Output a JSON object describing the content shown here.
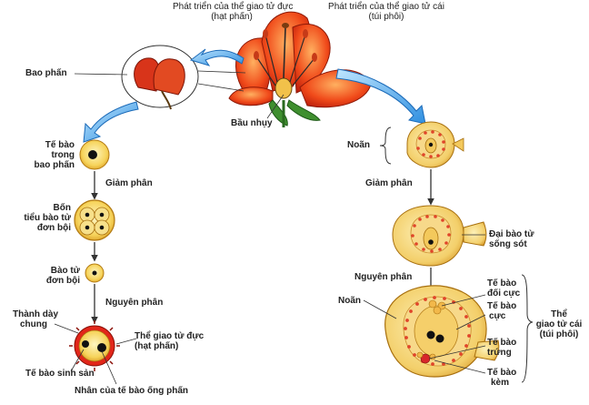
{
  "header": {
    "male_title": "Phát triển của thể giao tử đực",
    "male_subtitle": "(hạt phấn)",
    "female_title": "Phát triển của thể giao tử cái",
    "female_subtitle": "(túi phôi)"
  },
  "flower": {
    "anther": "Bao phấn",
    "ovary": "Bầu nhụy"
  },
  "male": {
    "cell_line1": "Tế bào",
    "cell_line2": "trong",
    "cell_line3": "bao phấn",
    "meiosis": "Giảm phân",
    "tetrad_line1": "Bốn",
    "tetrad_line2": "tiểu bào tử",
    "tetrad_line3": "đơn bội",
    "spore_line1": "Bào tử",
    "spore_line2": "đơn bội",
    "mitosis": "Nguyên phân",
    "wall_line1": "Thành dày",
    "wall_line2": "chung",
    "gametophyte_line1": "Thể giao tử đực",
    "gametophyte_line2": "(hạt phấn)",
    "generative_cell": "Tế bào sinh sản",
    "tube_nucleus": "Nhân của tế bào ống phấn"
  },
  "female": {
    "ovule_top": "Noãn",
    "meiosis": "Giảm phân",
    "megaspore_line1": "Đại bào tử",
    "megaspore_line2": "sống sót",
    "mitosis": "Nguyên phân",
    "ovule_bottom": "Noãn",
    "antipodal_line1": "Tế bào",
    "antipodal_line2": "đối cực",
    "polar_line1": "Tế bào",
    "polar_line2": "cực",
    "egg_line1": "Tế bào",
    "egg_line2": "trứng",
    "synergid_line1": "Tế bào",
    "synergid_line2": "kèm",
    "embryo_sac_line1": "Thể",
    "embryo_sac_line2": "giao tử cái",
    "embryo_sac_line3": "(túi phôi)"
  }
}
